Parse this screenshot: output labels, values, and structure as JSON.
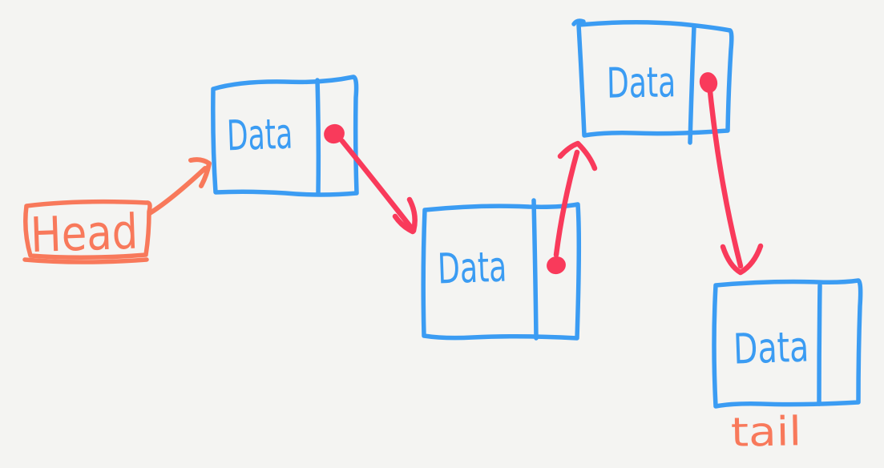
{
  "diagram": {
    "type": "linked-list-sketch",
    "head": {
      "label": "Head"
    },
    "tail_label": "tail",
    "nodes": [
      {
        "label": "Data",
        "has_pointer_dot": true
      },
      {
        "label": "Data",
        "has_pointer_dot": true
      },
      {
        "label": "Data",
        "has_pointer_dot": true
      },
      {
        "label": "Data",
        "has_pointer_dot": false
      }
    ],
    "colors": {
      "node_stroke": "#3b9cf3",
      "pointer_arrow": "#f93a5b",
      "head_tail": "#f8795b",
      "background": "#f4f4f2"
    }
  }
}
